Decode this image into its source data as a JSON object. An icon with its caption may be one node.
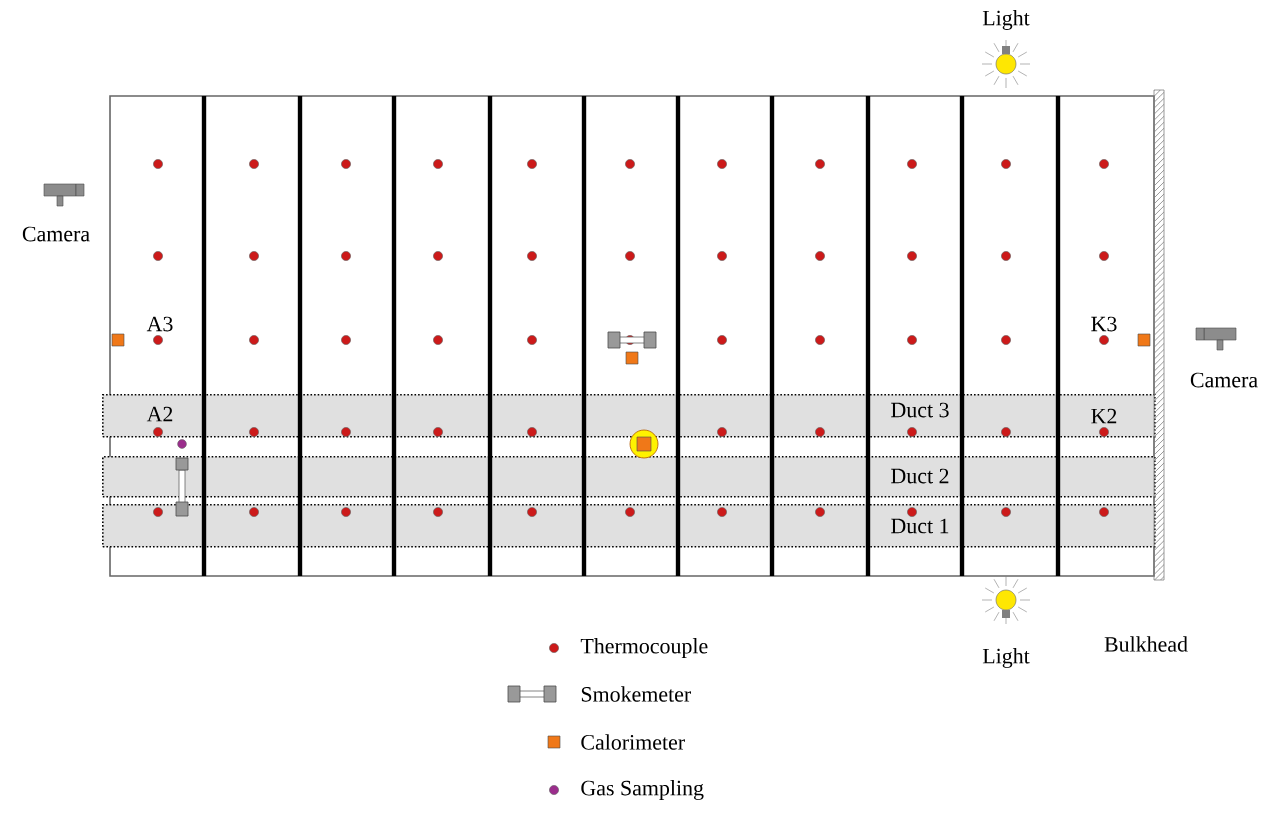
{
  "diagram": {
    "nodes": [
      {
        "text": [
          "A2",
          "Duct 3",
          "K2"
        ]
      },
      {
        "text": [
          "Duct 2"
        ]
      },
      {
        "text": [
          "Duct 1"
        ]
      }
    ],
    "labels": [
      "Light",
      "Camera",
      "A3",
      "K3",
      "Camera",
      "Light",
      "Bulkhead"
    ],
    "legend": [
      {
        "text": "Thermocouple",
        "color": "#cc1a1a"
      },
      {
        "text": "Smokemeter"
      },
      {
        "text": "Calorimeter",
        "color": "#f07818"
      },
      {
        "text": "Gas Sampling",
        "color": "#9b2d8c"
      }
    ]
  }
}
